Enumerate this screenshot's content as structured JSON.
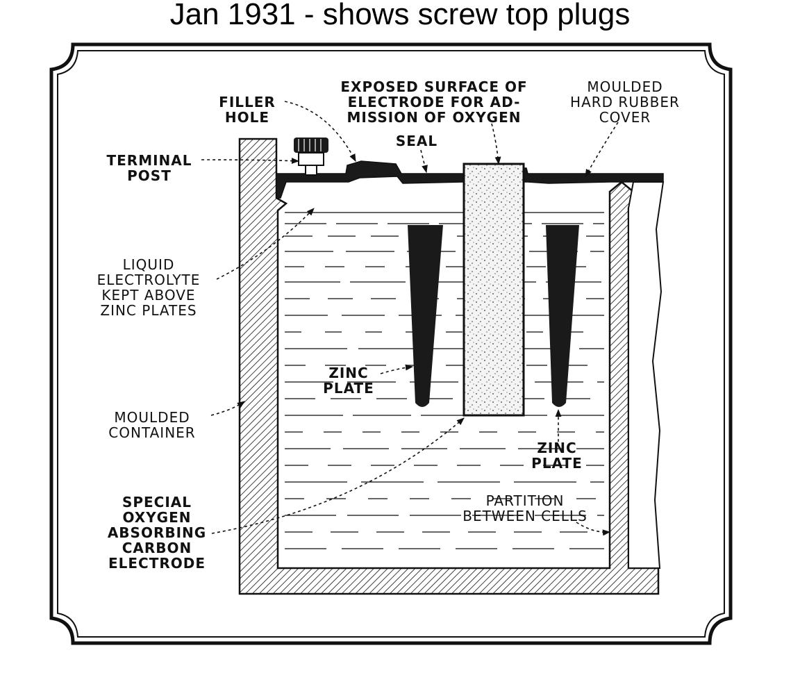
{
  "title": "Jan 1931 - shows screw top plugs",
  "labels": {
    "filler_hole": [
      "FILLER",
      "HOLE"
    ],
    "exposed_surface": [
      "EXPOSED SURFACE OF",
      "ELECTRODE FOR AD-",
      "MISSION OF OXYGEN"
    ],
    "moulded_cover": [
      "MOULDED",
      "HARD RUBBER",
      "COVER"
    ],
    "seal": [
      "SEAL"
    ],
    "terminal_post": [
      "TERMINAL",
      "POST"
    ],
    "liquid_electrolyte": [
      "LIQUID",
      "ELECTROLYTE",
      "KEPT ABOVE",
      "ZINC PLATES"
    ],
    "zinc_plate_left": [
      "ZINC",
      "PLATE"
    ],
    "moulded_container": [
      "MOULDED",
      "CONTAINER"
    ],
    "zinc_plate_right": [
      "ZINC",
      "PLATE"
    ],
    "partition": [
      "PARTITION",
      "BETWEEN CELLS"
    ],
    "carbon_electrode": [
      "SPECIAL",
      "OXYGEN",
      "ABSORBING",
      "CARBON",
      "ELECTRODE"
    ]
  },
  "colors": {
    "ink": "#111111",
    "paper": "#ffffff",
    "speckle": "#f3f3f3"
  }
}
